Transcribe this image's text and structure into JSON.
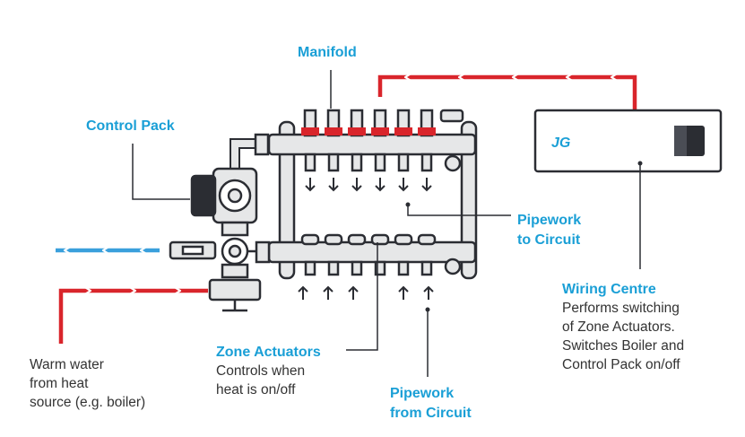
{
  "labels": {
    "manifold": "Manifold",
    "control_pack": "Control Pack",
    "pipework_to_circuit": [
      "Pipework",
      "to Circuit"
    ],
    "wiring_centre": {
      "title": "Wiring Centre",
      "lines": [
        "Performs switching",
        "of Zone Actuators.",
        "Switches Boiler and",
        "Control Pack on/off"
      ]
    },
    "zone_actuators": {
      "title": "Zone Actuators",
      "lines": [
        "Controls when",
        "heat is on/off"
      ]
    },
    "warm_water": [
      "Warm water",
      "from heat",
      "source (e.g. boiler)"
    ],
    "pipework_from_circuit": [
      "Pipework",
      "from Circuit"
    ]
  },
  "wiring_centre_logo": "JG",
  "colors": {
    "accent": "#1a9fd6",
    "hot_pipe": "#d9252b",
    "cold_pipe": "#3aa0dc",
    "outline": "#2b2d33",
    "metal": "#e6e7e8",
    "text": "#333333"
  },
  "icons": [
    "flow-arrow-icon",
    "down-arrow-icon",
    "up-arrow-icon",
    "pump-icon",
    "valve-icon",
    "jg-logo-icon"
  ]
}
